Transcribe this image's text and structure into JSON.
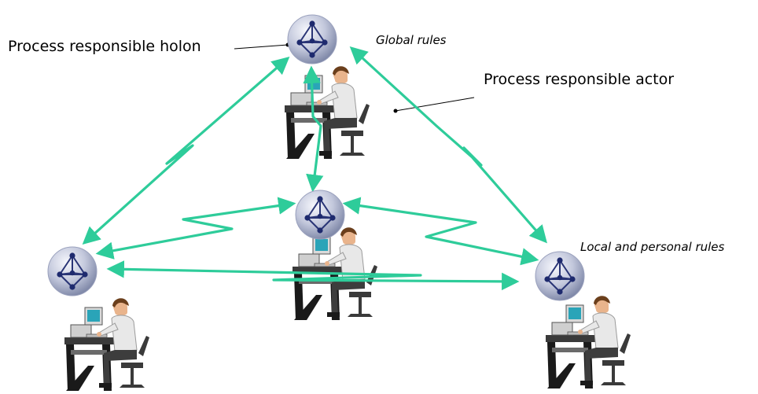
{
  "labels": {
    "holon": "Process responsible holon",
    "actor": "Process responsible actor",
    "global_rules": "Global rules",
    "local_rules": "Local and personal rules"
  },
  "colors": {
    "arrow": "#2ecc9a",
    "sphere_light": "#eef0f8",
    "sphere_dark": "#8a93b3",
    "node": "#1e2a6e",
    "leader": "#000000"
  },
  "icons": {
    "holon": "holon-sphere-icon",
    "workstation": "person-at-computer-icon"
  }
}
